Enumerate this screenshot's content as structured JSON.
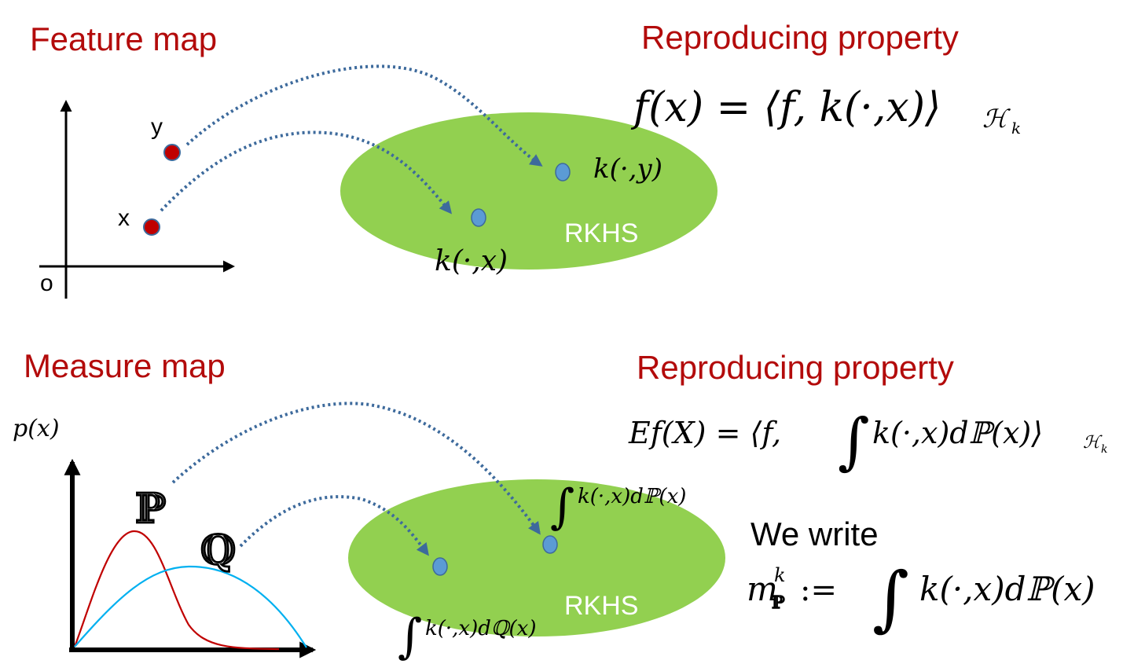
{
  "feature_section": {
    "title": "Feature map",
    "origin_label": "o",
    "point_x_label": "x",
    "point_y_label": "y",
    "embed_x_label": "k(·,x)",
    "embed_y_label": "k(·,y)",
    "space_label": "RKHS",
    "property_title": "Reproducing property",
    "property_formula_lhs": "f(x) = ⟨f, k(·,x)⟩",
    "property_formula_sub": "ℋ",
    "property_formula_subsub": "k"
  },
  "measure_section": {
    "title": "Measure map",
    "y_axis_label": "p(x)",
    "dist_p_label": "ℙ",
    "dist_q_label": "ℚ",
    "embed_p_integral": "∫",
    "embed_p_label": "k(·,x)dℙ(x)",
    "embed_q_integral": "∫",
    "embed_q_label": "k(·,x)dℚ(x)",
    "space_label": "RKHS",
    "property_title": "Reproducing property",
    "property_formula_lhs": "Ef(X) = ⟨f,",
    "property_formula_integral": "∫",
    "property_formula_rhs": "k(·,x)dℙ(x)⟩",
    "property_formula_sub": "ℋ",
    "property_formula_subsub": "k",
    "we_write_label": "We write",
    "mean_symbol": "m",
    "mean_sup": "k",
    "mean_sub": "ℙ",
    "mean_assign": ":=",
    "mean_integral": "∫",
    "mean_rhs": "k(·,x)dℙ(x)"
  },
  "colors": {
    "heading": "#b30b0b",
    "rkhs_fill": "#92d050",
    "input_point": "#c00000",
    "embedded_point": "#5b9bd5",
    "arrow": "#3d6a9c",
    "curve_p": "#c00000",
    "curve_q": "#00b0f0"
  }
}
